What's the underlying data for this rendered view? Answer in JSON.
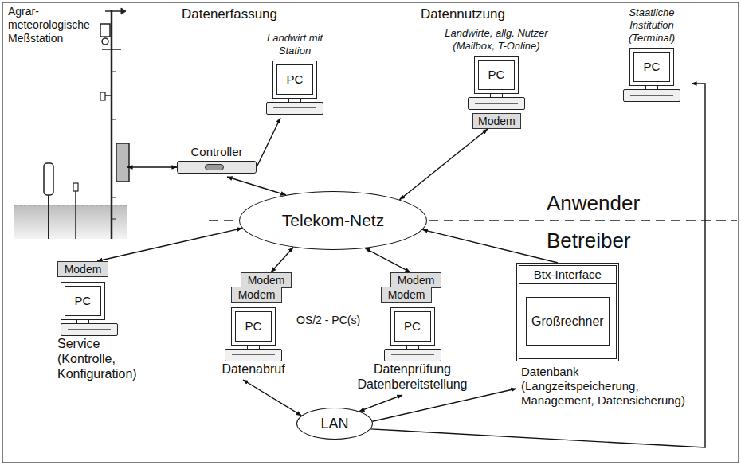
{
  "diagram": {
    "nodes": [
      {
        "text": [
          "Agrar- meteorologische Meßstation"
        ]
      },
      {
        "text": [
          "Controller"
        ]
      },
      {
        "text": [
          "Landwirt mit Station",
          "PC"
        ]
      },
      {
        "text": [
          "Landwirte, allg. Nutzer (Mailbox, T-Online)",
          "PC"
        ]
      },
      {
        "text": [
          "Modem"
        ]
      },
      {
        "text": [
          "Staatliche Institution (Terminal)",
          "PC"
        ]
      },
      {
        "text": [
          "Telekom-Netz"
        ]
      },
      {
        "text": [
          "Modem"
        ]
      },
      {
        "text": [
          "PC",
          "Service (Kontrolle, Konfiguration)"
        ]
      },
      {
        "text": [
          "Modem"
        ]
      },
      {
        "text": [
          "Modem"
        ]
      },
      {
        "text": [
          "PC",
          "Datenabruf"
        ]
      },
      {
        "text": [
          "Modem"
        ]
      },
      {
        "text": [
          "Modem"
        ]
      },
      {
        "text": [
          "PC",
          "Datenprüfung Datenbereitstellung"
        ]
      },
      {
        "text": [
          "Btx-Interface",
          "Datenbank (Langzeitspeicherung, Management, Datensicherung)"
        ]
      },
      {
        "text": [
          "Großrechner"
        ],
        "in": 15
      },
      {
        "text": [
          "LAN"
        ]
      }
    ],
    "edges": [
      {
        "from": 0,
        "to": 1,
        "arrow": "both"
      },
      {
        "from": 1,
        "to": 2,
        "arrow": "to"
      },
      {
        "from": 1,
        "to": 6,
        "arrow": "both"
      },
      {
        "from": 6,
        "to": 4,
        "arrow": "both"
      },
      {
        "from": 6,
        "to": 7,
        "arrow": "both"
      },
      {
        "from": 6,
        "to": 9,
        "arrow": "both"
      },
      {
        "from": 6,
        "to": 12,
        "arrow": "both"
      },
      {
        "from": 15,
        "to": 6,
        "arrow": "to"
      },
      {
        "from": 17,
        "to": 11,
        "arrow": "both"
      },
      {
        "from": 17,
        "to": 14,
        "arrow": "both"
      },
      {
        "from": 17,
        "to": 15,
        "arrow": "to"
      },
      {
        "from": 17,
        "to": 5,
        "arrow": "to"
      }
    ],
    "labels": [
      "Datenerfassung",
      "Datennutzung",
      "Anwender",
      "Betreiber",
      "OS/2 - PC(s)"
    ]
  }
}
